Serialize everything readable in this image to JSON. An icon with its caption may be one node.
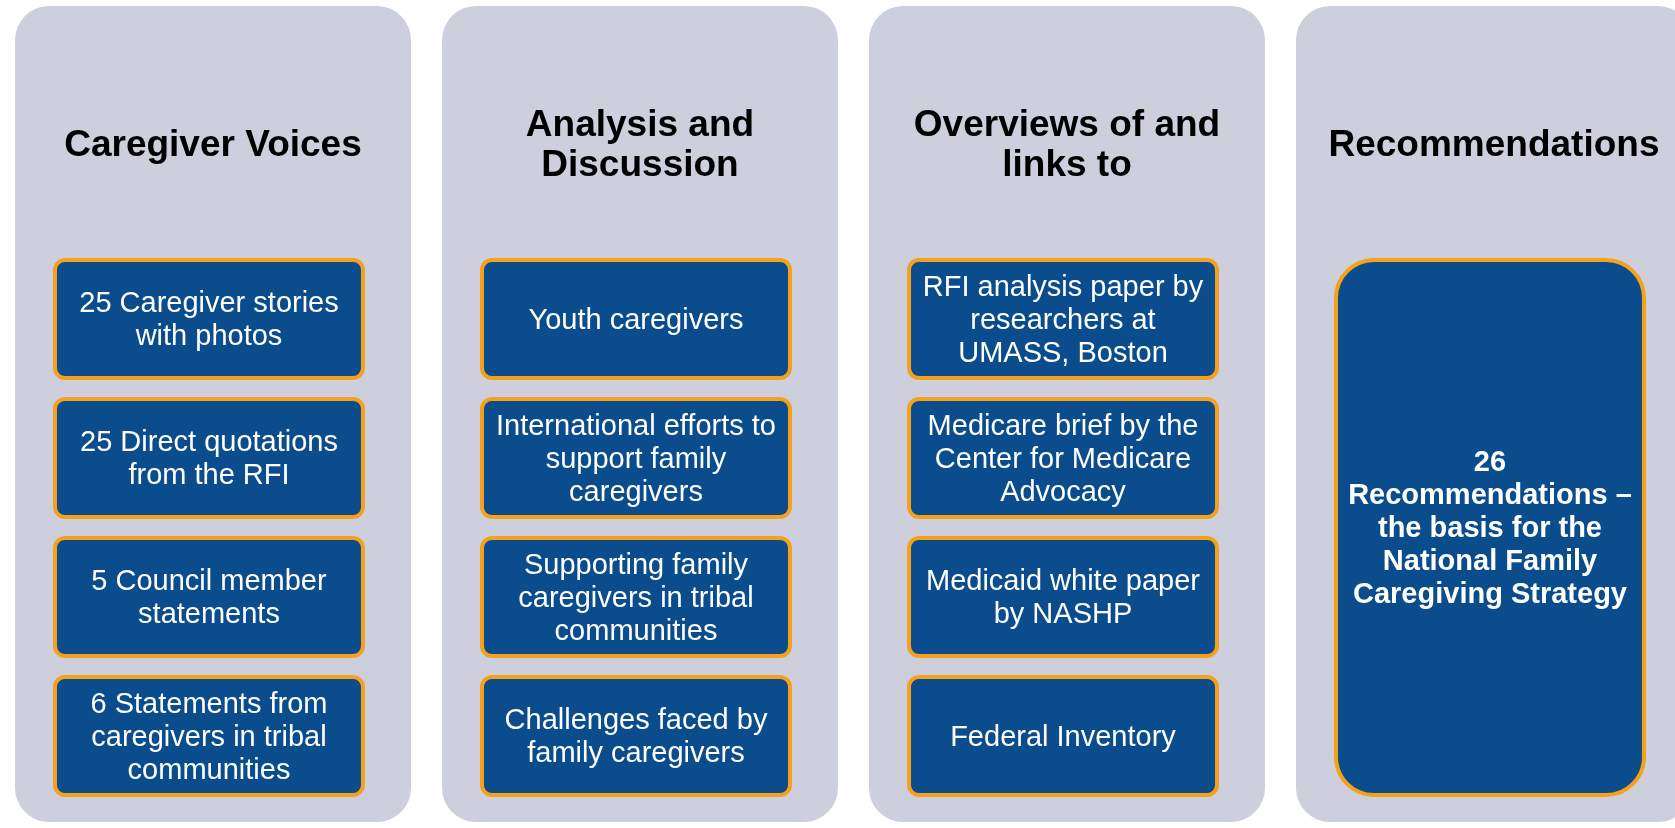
{
  "diagram": {
    "nodes": [
      {
        "text": [
          "Caregiver Voices"
        ]
      },
      {
        "text": [
          "25 Caregiver stories with photos"
        ],
        "in": 0
      },
      {
        "text": [
          "25 Direct quotations from the RFI"
        ],
        "in": 0
      },
      {
        "text": [
          "5 Council member statements"
        ],
        "in": 0
      },
      {
        "text": [
          "6 Statements from caregivers in tribal communities"
        ],
        "in": 0
      },
      {
        "text": [
          "Analysis and Discussion"
        ]
      },
      {
        "text": [
          "Youth caregivers"
        ],
        "in": 5
      },
      {
        "text": [
          "International efforts to support family caregivers"
        ],
        "in": 5
      },
      {
        "text": [
          "Supporting family caregivers in tribal communities"
        ],
        "in": 5
      },
      {
        "text": [
          "Challenges faced by family caregivers"
        ],
        "in": 5
      },
      {
        "text": [
          "Overviews of and links to"
        ]
      },
      {
        "text": [
          "RFI analysis paper by researchers at UMASS, Boston"
        ],
        "in": 10
      },
      {
        "text": [
          "Medicare brief by the Center for Medicare Advocacy"
        ],
        "in": 10
      },
      {
        "text": [
          "Medicaid white paper by NASHP"
        ],
        "in": 10
      },
      {
        "text": [
          "Federal Inventory"
        ],
        "in": 10
      },
      {
        "text": [
          "Recommendations"
        ]
      },
      {
        "text": [
          "26 Recommendations – the basis for the National Family Caregiving Strategy"
        ],
        "in": 15
      }
    ]
  }
}
